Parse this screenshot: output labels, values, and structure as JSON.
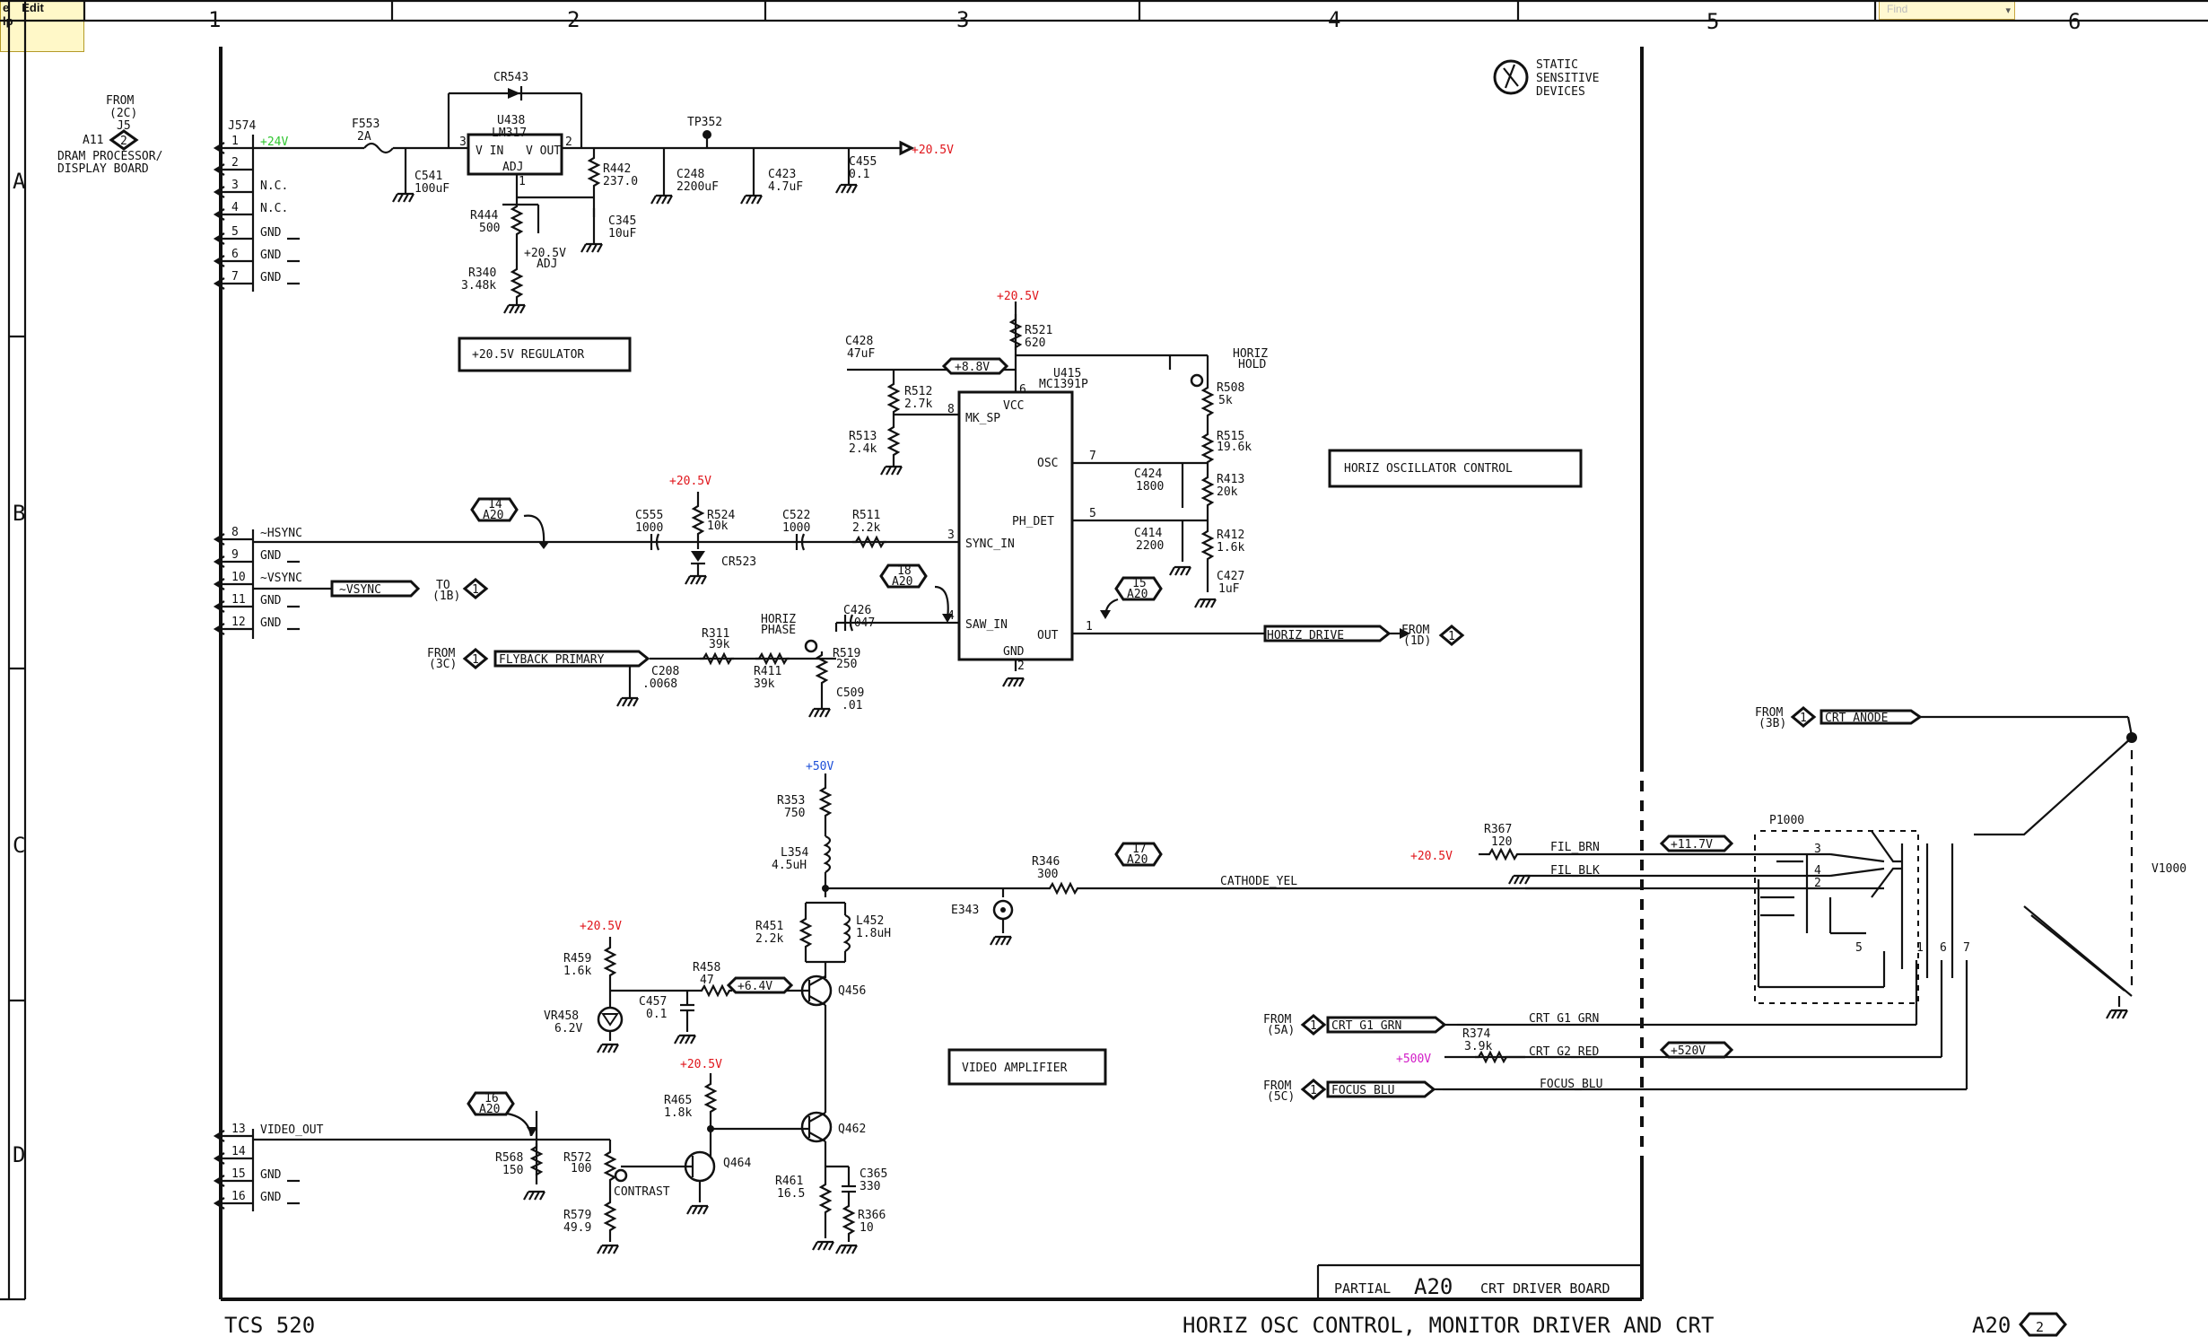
{
  "window": {
    "menu": [
      "e",
      "Edit",
      "lp"
    ],
    "find_placeholder": "Find"
  },
  "grid": {
    "columns": [
      "1",
      "2",
      "3",
      "4",
      "5",
      "6"
    ],
    "rows": [
      "A",
      "B",
      "C",
      "D"
    ]
  },
  "title_block": {
    "model": "TCS 520",
    "sheet_title": "HORIZ OSC CONTROL, MONITOR DRIVER AND CRT",
    "sheet_ref": "A20",
    "sheet_num": "2",
    "partial": "PARTIAL",
    "board_id": "A20",
    "board_name": "CRT DRIVER BOARD"
  },
  "static_notice": [
    "STATIC",
    "SENSITIVE",
    "DEVICES"
  ],
  "sections": {
    "regulator": "+20.5V REGULATOR",
    "horiz_osc": "HORIZ OSCILLATOR CONTROL",
    "video_amp": "VIDEO AMPLIFIER"
  },
  "connector_j574": {
    "from": "FROM",
    "from_ref": "(2C)",
    "j5": "J5",
    "a11": "A11",
    "a11_num": "2",
    "board": [
      "DRAM PROCESSOR/",
      "DISPLAY BOARD"
    ],
    "name": "J574",
    "pins": [
      {
        "num": "1",
        "label": "+24V"
      },
      {
        "num": "2",
        "label": ""
      },
      {
        "num": "3",
        "label": "N.C."
      },
      {
        "num": "4",
        "label": "N.C."
      },
      {
        "num": "5",
        "label": "GND"
      },
      {
        "num": "6",
        "label": "GND"
      },
      {
        "num": "7",
        "label": "GND"
      },
      {
        "num": "8",
        "label": "~HSYNC"
      },
      {
        "num": "9",
        "label": "GND"
      },
      {
        "num": "10",
        "label": "~VSYNC"
      },
      {
        "num": "11",
        "label": "GND"
      },
      {
        "num": "12",
        "label": "GND"
      },
      {
        "num": "13",
        "label": "VIDEO_OUT"
      },
      {
        "num": "14",
        "label": ""
      },
      {
        "num": "15",
        "label": "GND"
      },
      {
        "num": "16",
        "label": "GND"
      }
    ]
  },
  "regulator_parts": {
    "f553": [
      "F553",
      "2A"
    ],
    "cr543": "CR543",
    "u438": [
      "U438",
      "LM317"
    ],
    "u438_pins": {
      "vin": "V IN",
      "vout": "V OUT",
      "adj": "ADJ",
      "p1": "1",
      "p2": "2",
      "p3": "3"
    },
    "c541": [
      "C541",
      "100uF"
    ],
    "r444": [
      "R444",
      "500"
    ],
    "adj": [
      "+20.5V",
      "ADJ"
    ],
    "r340": [
      "R340",
      "3.48k"
    ],
    "r442": [
      "R442",
      "237.0"
    ],
    "c345": [
      "C345",
      "10uF"
    ],
    "tp352": "TP352",
    "c248": [
      "C248",
      "2200uF"
    ],
    "c423": [
      "C423",
      "4.7uF"
    ],
    "c455": [
      "C455",
      "0.1"
    ],
    "out": "+20.5V"
  },
  "osc_parts": {
    "v_top": "+20.5V",
    "r521": [
      "R521",
      "620"
    ],
    "c428": [
      "C428",
      "47uF"
    ],
    "v88": "+8.8V",
    "u415": [
      "U415",
      "MC1391P"
    ],
    "r512": [
      "R512",
      "2.7k"
    ],
    "r513": [
      "R513",
      "2.4k"
    ],
    "pins": {
      "vcc": "VCC",
      "mk": "MK_SP",
      "osc": "OSC",
      "ph": "PH_DET",
      "sync": "SYNC_IN",
      "saw": "SAW_IN",
      "out": "OUT",
      "gnd": "GND"
    },
    "pin_nums": {
      "p6": "6",
      "p8": "8",
      "p7": "7",
      "p5": "5",
      "p3": "3",
      "p4": "4",
      "p1": "1",
      "p2": "2"
    },
    "horiz_hold": [
      "HORIZ",
      "HOLD"
    ],
    "r508": [
      "R508",
      "5k"
    ],
    "r515": [
      "R515",
      "19.6k"
    ],
    "c424": [
      "C424",
      "1800"
    ],
    "r413": [
      "R413",
      "20k"
    ],
    "c414": [
      "C414",
      "2200"
    ],
    "r412": [
      "R412",
      "1.6k"
    ],
    "c427": [
      "C427",
      "1uF"
    ],
    "v_b": "+20.5V",
    "r524": [
      "R524",
      "10k"
    ],
    "c555": [
      "C555",
      "1000"
    ],
    "c522": [
      "C522",
      "1000"
    ],
    "r511": [
      "R511",
      "2.2k"
    ],
    "cr523": "CR523",
    "ref14": [
      "14",
      "A20"
    ],
    "ref18": [
      "18",
      "A20"
    ],
    "ref15": [
      "15",
      "A20"
    ],
    "vsync_out": "~VSYNC",
    "to": "TO",
    "to_ref": "(1B)",
    "to_num": "1",
    "c426": [
      "C426",
      ".047"
    ],
    "horiz_phase": [
      "HORIZ",
      "PHASE"
    ],
    "r311": [
      "R311",
      "39k"
    ],
    "r411": [
      "R411",
      "39k"
    ],
    "r519": [
      "R519",
      "250"
    ],
    "c509": [
      "C509",
      ".01"
    ],
    "c208": [
      "C208",
      ".0068"
    ],
    "from_fly": "FROM",
    "from_fly_ref": "(3C)",
    "from_fly_num": "1",
    "flyback": "FLYBACK_PRIMARY",
    "horiz_drive": "HORIZ_DRIVE",
    "from_hd": "FROM",
    "from_hd_ref": "(1D)",
    "from_hd_num": "1"
  },
  "video_parts": {
    "v50": "+50V",
    "r353": [
      "R353",
      "750"
    ],
    "l354": [
      "L354",
      "4.5uH"
    ],
    "r346": [
      "R346",
      "300"
    ],
    "ref17": [
      "17",
      "A20"
    ],
    "cathode": "CATHODE_YEL",
    "e343": "E343",
    "r451": [
      "R451",
      "2.2k"
    ],
    "l452": [
      "L452",
      "1.8uH"
    ],
    "v_r459": "+20.5V",
    "r459": [
      "R459",
      "1.6k"
    ],
    "r458": [
      "R458",
      "47"
    ],
    "v64": "+6.4V",
    "vr458": [
      "VR458",
      "6.2V"
    ],
    "c457": [
      "C457",
      "0.1"
    ],
    "q456": "Q456",
    "v_r465": "+20.5V",
    "r465": [
      "R465",
      "1.8k"
    ],
    "q462": "Q462",
    "ref16": [
      "16",
      "A20"
    ],
    "r568": [
      "R568",
      "150"
    ],
    "r572": [
      "R572",
      "100"
    ],
    "contrast": "CONTRAST",
    "q464": "Q464",
    "r579": [
      "R579",
      "49.9"
    ],
    "r461": [
      "R461",
      "16.5"
    ],
    "c365": [
      "C365",
      "330"
    ],
    "r366": [
      "R366",
      "10"
    ]
  },
  "crt_parts": {
    "from_anode": "FROM",
    "from_anode_ref": "(3B)",
    "from_anode_num": "1",
    "crt_anode": "CRT_ANODE",
    "r367": [
      "R367",
      "120"
    ],
    "v_r367": "+20.5V",
    "fil_brn": "FIL_BRN",
    "fil_blk": "FIL_BLK",
    "v117": "+11.7V",
    "p1000": "P1000",
    "p_pins": [
      "3",
      "4",
      "2",
      "1",
      "6",
      "7",
      "5"
    ],
    "v1000": "V1000",
    "from_g1": "FROM",
    "from_g1_ref": "(5A)",
    "from_g1_num": "1",
    "crt_g1_tag": "CRT_G1_GRN",
    "crt_g1": "CRT_G1_GRN",
    "r374": [
      "R374",
      "3.9k"
    ],
    "v500": "+500V",
    "crt_g2": "CRT_G2_RED",
    "v520": "+520V",
    "from_focus": "FROM",
    "from_focus_ref": "(5C)",
    "from_focus_num": "1",
    "focus_tag": "FOCUS_BLU",
    "focus": "FOCUS_BLU"
  },
  "colors": {
    "red": "#e0151b",
    "green": "#2fc62f",
    "blue": "#1d4fd8",
    "magenta": "#d21cc7"
  }
}
